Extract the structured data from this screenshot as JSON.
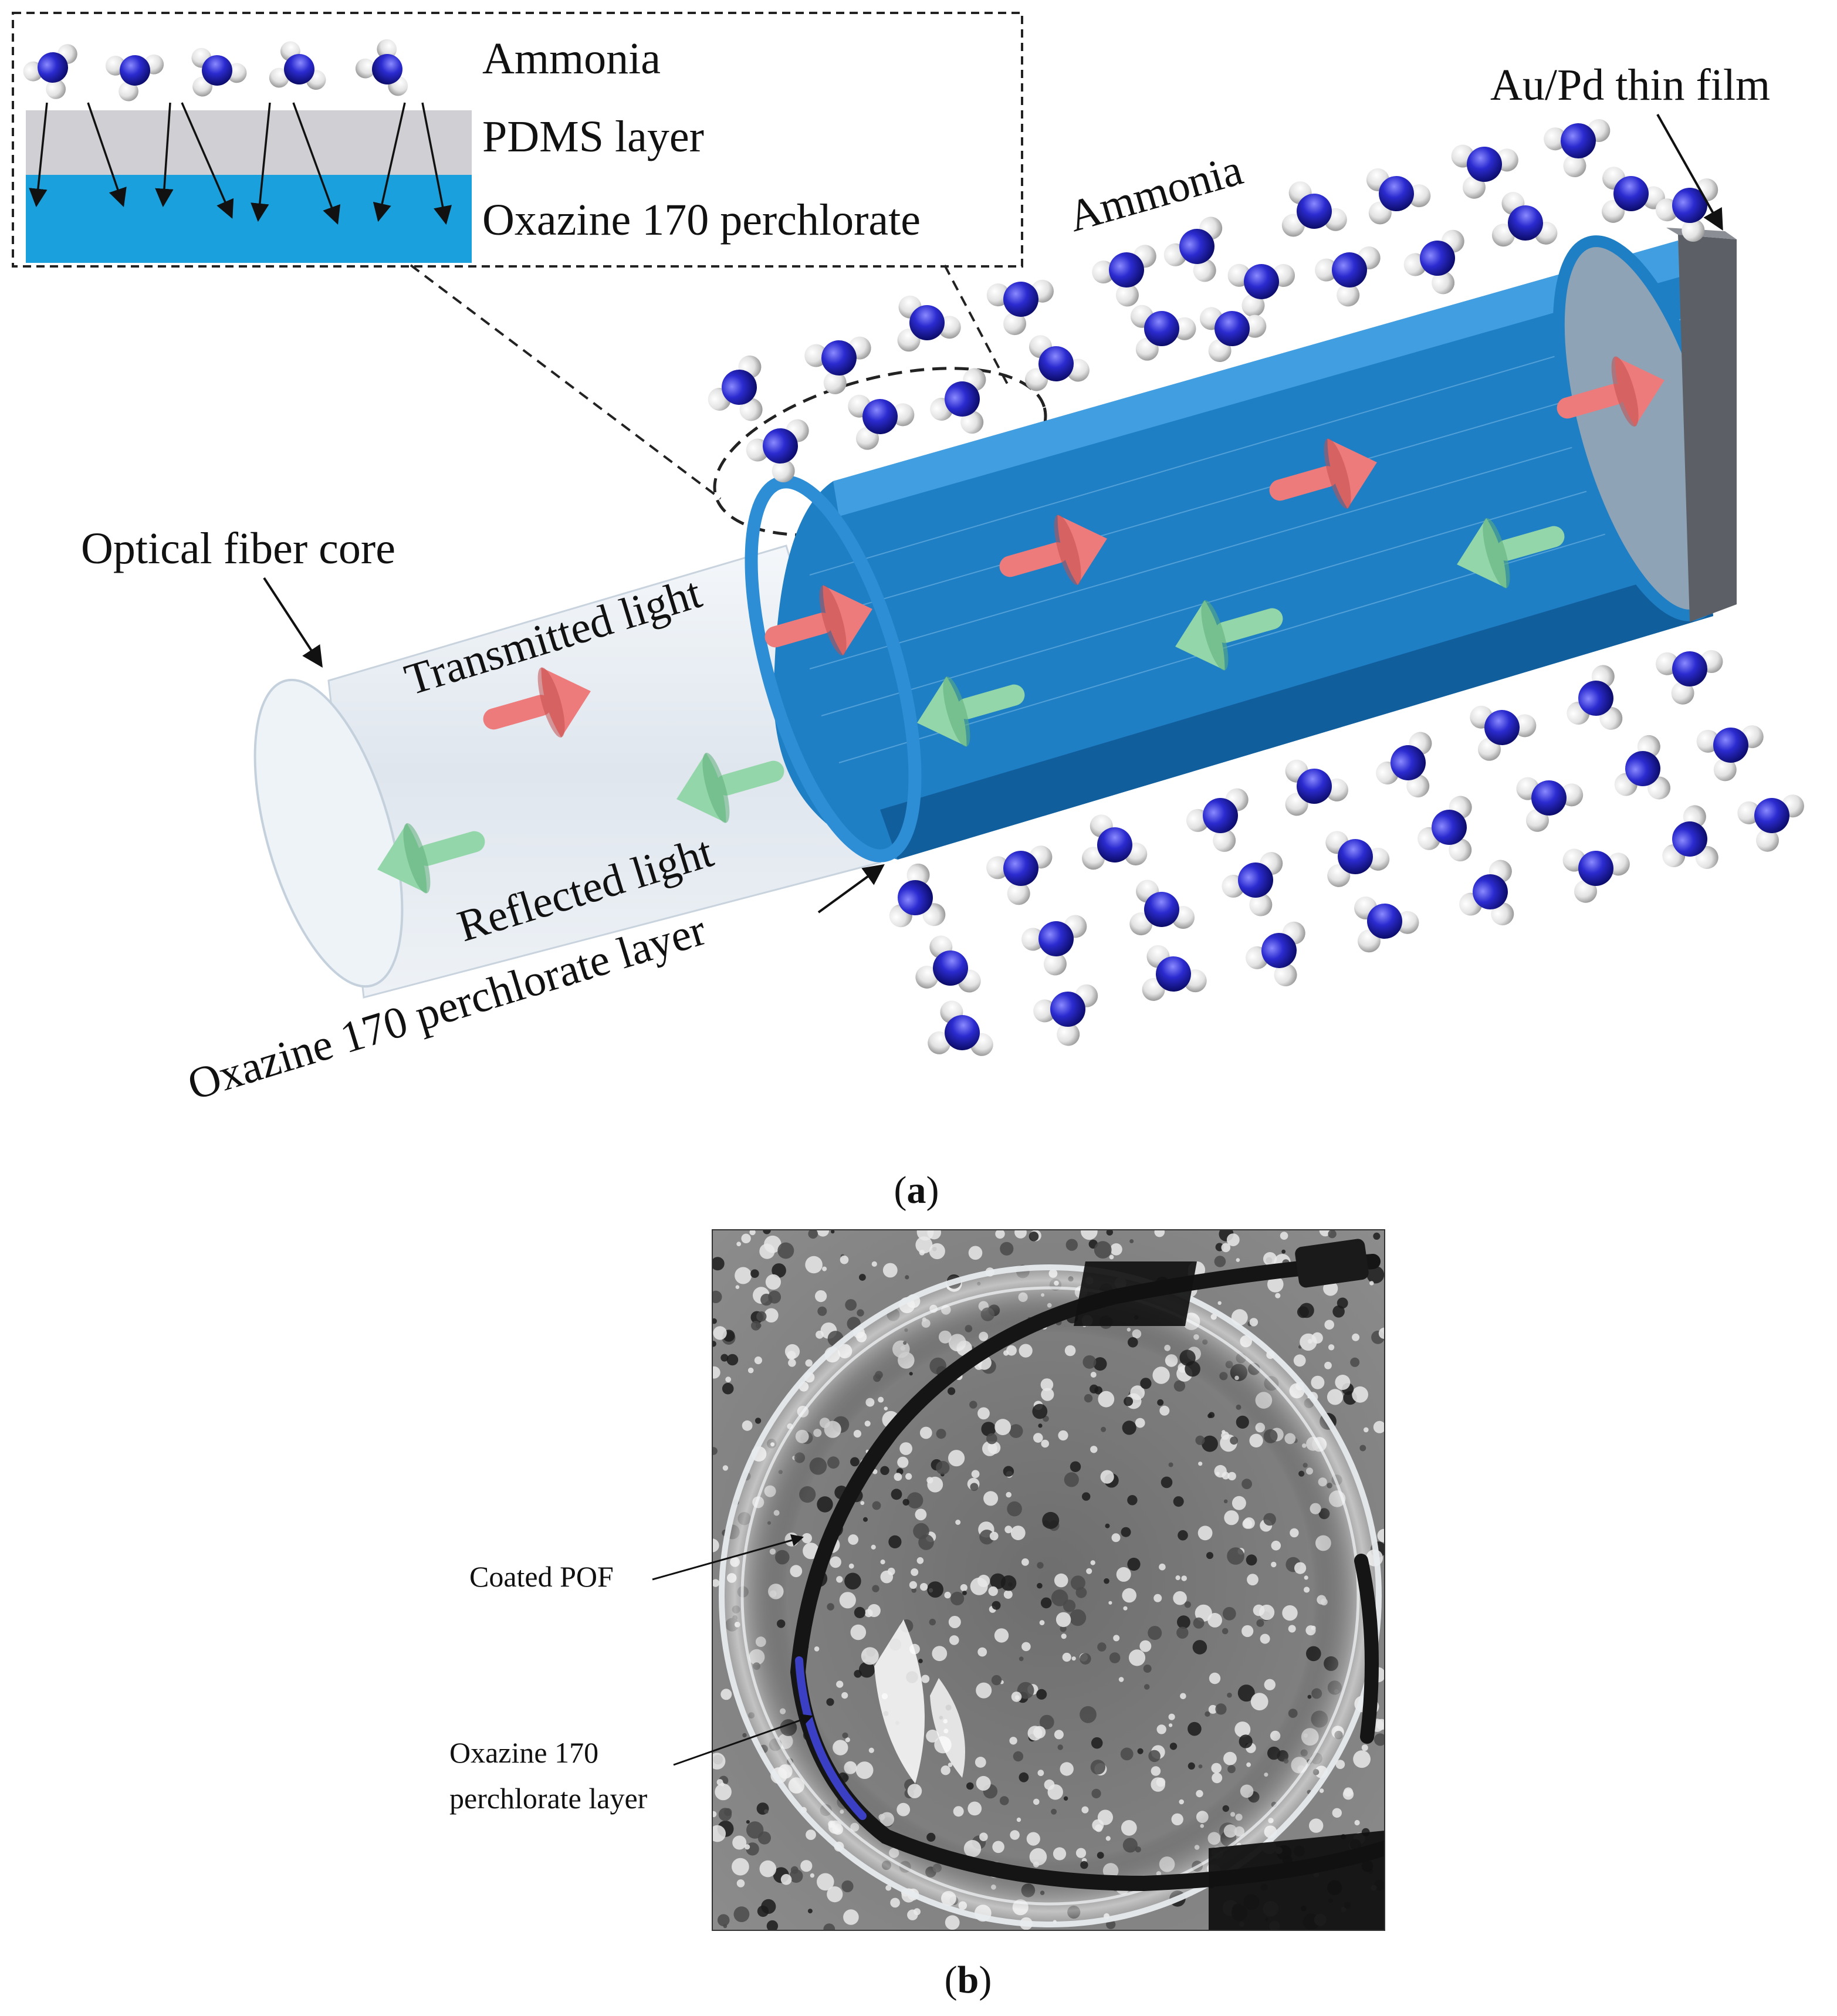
{
  "panel_a": {
    "inset": {
      "ammonia_label": "Ammonia",
      "pdms_label": "PDMS layer",
      "oxazine_label": "Oxazine 170 perchlorate"
    },
    "labels": {
      "au_pd_film": "Au/Pd thin film",
      "ammonia": "Ammonia",
      "optical_fiber_core": "Optical fiber core",
      "transmitted_light": "Transmitted light",
      "reflected_light": "Reflected light",
      "oxazine_layer": "Oxazine 170 perchlorate layer"
    },
    "caption_open": "(",
    "caption_letter": "a",
    "caption_close": ")"
  },
  "panel_b": {
    "labels": {
      "coated_pof": "Coated POF",
      "oxazine_line1": "Oxazine 170",
      "oxazine_line2": "perchlorate layer"
    },
    "caption_open": "(",
    "caption_letter": "b",
    "caption_close": ")"
  },
  "colors": {
    "nitrogen": "#2b2bd0",
    "hydrogen": "#e6e6e6",
    "coating_blue": "#1f7fc4",
    "inset_blue": "#1aa0dc",
    "pdms_gray": "#d0d0d4",
    "transmitted_arrow": "#ee7b7b",
    "reflected_arrow": "#93d6a9",
    "film_gray": "#5c6066"
  }
}
